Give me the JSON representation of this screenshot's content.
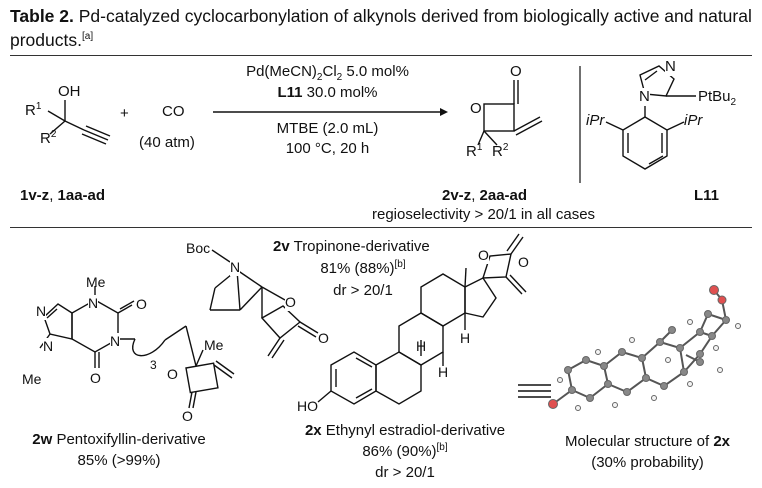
{
  "caption": {
    "table_label": "Table 2.",
    "text": " Pd-catalyzed cyclocarbonylation of alkynols derived from biologically active and natural products.",
    "footnote_mark": "[a]"
  },
  "scheme": {
    "reactant_atoms": {
      "oh": "OH",
      "r1": "R",
      "r1_sup": "1",
      "r2": "R",
      "r2_sup": "2"
    },
    "plus": "+",
    "co_label": "CO",
    "co_pressure": "(40 atm)",
    "catalyst_line": {
      "pre": "Pd(MeCN)",
      "sub": "2",
      "mid": "Cl",
      "sub2": "2",
      "post": " 5.0 mol%"
    },
    "ligand_line": {
      "bold": "L11",
      "text": " 30.0 mol%"
    },
    "solvent_line": "MTBE (2.0 mL)",
    "conditions_line": "100 °C, 20 h",
    "reactant_id": {
      "bold1": "1v-z",
      "sep": ", ",
      "bold2": "1aa-ad"
    },
    "product_atoms": {
      "o_ring": "O",
      "o_carbonyl": "O",
      "r1": "R",
      "r1_sup": "1",
      "r2": "R",
      "r2_sup": "2"
    },
    "product_id": {
      "bold1": "2v-z",
      "sep": ", ",
      "bold2": "2aa-ad"
    },
    "regioselectivity": "regioselectivity > 20/1 in all cases",
    "ligand_atoms": {
      "n_top": "N",
      "n_bottom": "N",
      "ptbu": "PtBu",
      "ptbu_sub": "2",
      "ipr_left": "iPr",
      "ipr_right": "iPr"
    },
    "ligand_name": "L11"
  },
  "examples": {
    "w": {
      "atoms": {
        "me_top": "Me",
        "n1": "N",
        "o_right": "O",
        "n_imid": "N",
        "n7": "N",
        "n_chain": "N",
        "me_left": "Me",
        "o_bottom": "O",
        "chain_sub": "3",
        "me_q": "Me",
        "o_ring": "O",
        "o_carbonyl": "O"
      },
      "id": "2w",
      "name": " Pentoxifyllin-derivative",
      "yield": "85% (>99%)"
    },
    "v": {
      "atoms": {
        "boc": "Boc",
        "n": "N",
        "o_ring": "O",
        "o_carbonyl": "O"
      },
      "id": "2v",
      "name": " Tropinone-derivative",
      "yield": "81% (88%)",
      "yield_mark": "[b]",
      "dr": "dr > 20/1"
    },
    "x": {
      "atoms": {
        "ho": "HO",
        "h1": "H",
        "h2": "H",
        "h3": "H",
        "o_ring": "O",
        "o_carbonyl": "O"
      },
      "id": "2x",
      "name": " Ethynyl estradiol-derivative",
      "yield": "86% (90%)",
      "yield_mark": "[b]",
      "dr": "dr > 20/1"
    },
    "crystal": {
      "title_pre": "Molecular structure of ",
      "title_bold": "2x",
      "subtitle": "(30% probability)"
    }
  },
  "colors": {
    "oxygen": "#e05050",
    "carbon": "#666666",
    "hydrogen": "#f4f4f4"
  }
}
